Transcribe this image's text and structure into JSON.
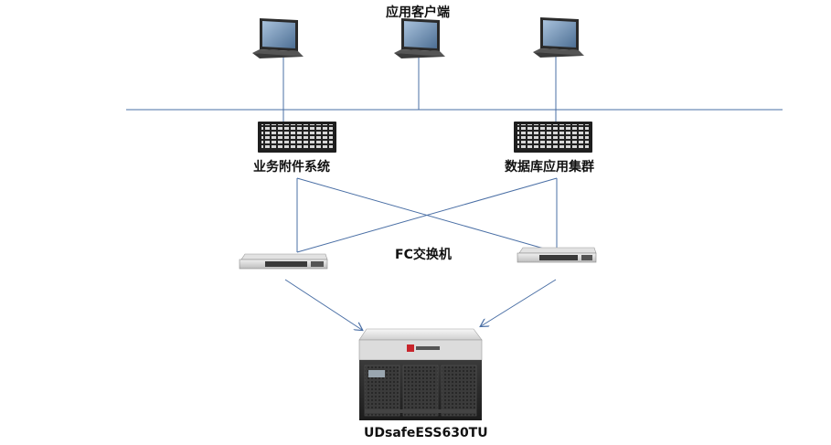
{
  "labels": {
    "clients": "应用客户端",
    "business_system": "业务附件系统",
    "database_cluster": "数据库应用集群",
    "fc_switch": "FC交换机",
    "storage": "UDsafeESS630TU"
  },
  "colors": {
    "line": "#4a6fa5",
    "device_dark": "#2b2b2b",
    "laptop_screen": "#6f8fb3"
  },
  "icons": [
    "laptop-icon",
    "server-rack-icon",
    "network-switch-icon",
    "storage-array-icon"
  ]
}
